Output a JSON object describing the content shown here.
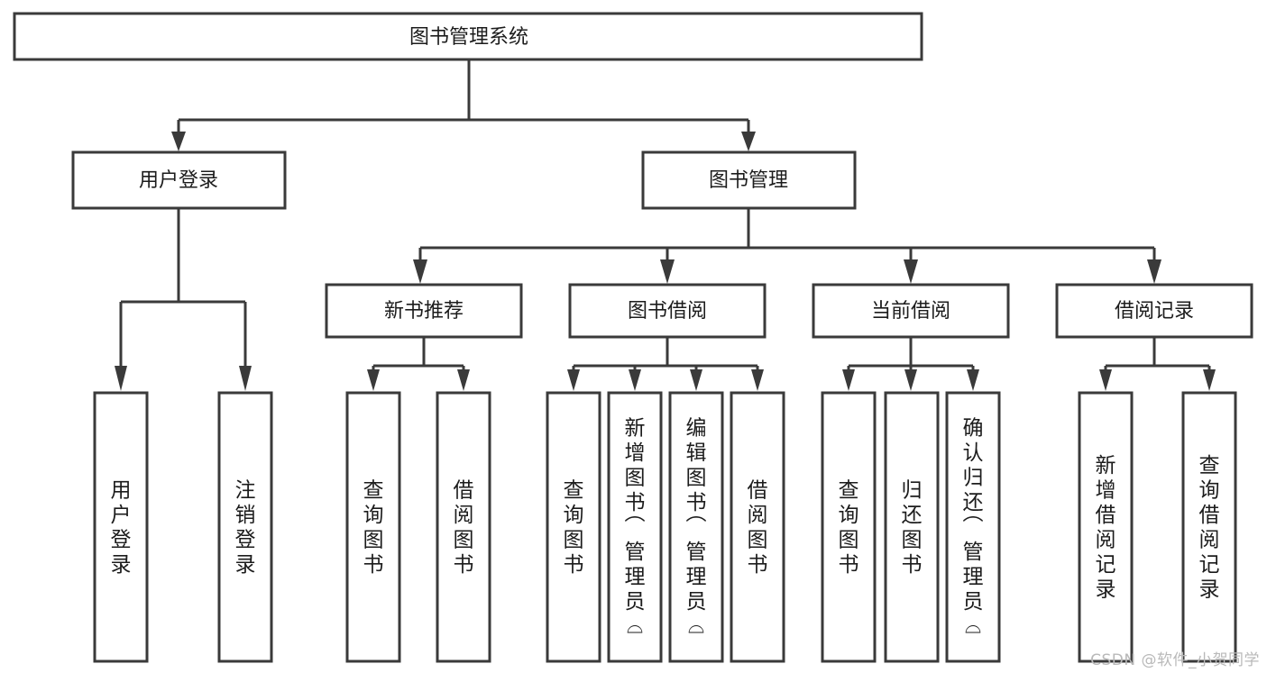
{
  "diagram": {
    "title": "图书管理系统",
    "type": "tree",
    "background_color": "#ffffff",
    "line_color": "#3a3a3a",
    "text_color": "#1c1c1c",
    "root": {
      "id": "root",
      "label": "图书管理系统",
      "orientation": "horizontal"
    },
    "level2": [
      {
        "id": "user-login",
        "label": "用户登录",
        "orientation": "horizontal"
      },
      {
        "id": "book-manage",
        "label": "图书管理",
        "orientation": "horizontal"
      }
    ],
    "level3": [
      {
        "id": "new-book-recommend",
        "label": "新书推荐",
        "parent": "book-manage",
        "orientation": "horizontal"
      },
      {
        "id": "book-borrow",
        "label": "图书借阅",
        "parent": "book-manage",
        "orientation": "horizontal"
      },
      {
        "id": "current-borrow",
        "label": "当前借阅",
        "parent": "book-manage",
        "orientation": "horizontal"
      },
      {
        "id": "borrow-record",
        "label": "借阅记录",
        "parent": "book-manage",
        "orientation": "horizontal"
      }
    ],
    "leaves": [
      {
        "id": "leaf-user-login",
        "label": "用户登录",
        "parent": "user-login",
        "orientation": "vertical"
      },
      {
        "id": "leaf-user-logout",
        "label": "注销登录",
        "parent": "user-login",
        "orientation": "vertical"
      },
      {
        "id": "leaf-query-book-1",
        "label": "查询图书",
        "parent": "new-book-recommend",
        "orientation": "vertical"
      },
      {
        "id": "leaf-borrow-book-1",
        "label": "借阅图书",
        "parent": "new-book-recommend",
        "orientation": "vertical"
      },
      {
        "id": "leaf-query-book-2",
        "label": "查询图书",
        "parent": "book-borrow",
        "orientation": "vertical"
      },
      {
        "id": "leaf-add-book",
        "label": "新增图书（管理员）",
        "parent": "book-borrow",
        "orientation": "vertical"
      },
      {
        "id": "leaf-edit-book",
        "label": "编辑图书（管理员）",
        "parent": "book-borrow",
        "orientation": "vertical"
      },
      {
        "id": "leaf-borrow-book-2",
        "label": "借阅图书",
        "parent": "book-borrow",
        "orientation": "vertical"
      },
      {
        "id": "leaf-query-book-3",
        "label": "查询图书",
        "parent": "current-borrow",
        "orientation": "vertical"
      },
      {
        "id": "leaf-return-book",
        "label": "归还图书",
        "parent": "current-borrow",
        "orientation": "vertical"
      },
      {
        "id": "leaf-confirm-return",
        "label": "确认归还（管理员）",
        "parent": "current-borrow",
        "orientation": "vertical"
      },
      {
        "id": "leaf-add-record",
        "label": "新增借阅记录",
        "parent": "borrow-record",
        "orientation": "vertical"
      },
      {
        "id": "leaf-query-record",
        "label": "查询借阅记录",
        "parent": "borrow-record",
        "orientation": "vertical"
      }
    ]
  },
  "watermark": {
    "text": "CSDN @软件_小贺同学"
  }
}
